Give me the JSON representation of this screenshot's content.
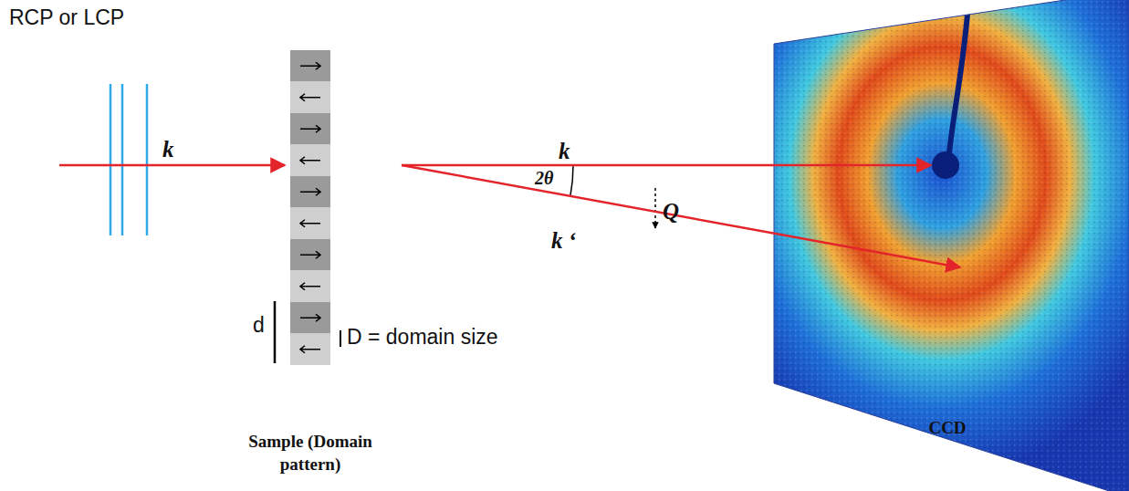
{
  "diagram": {
    "nodes": [
      {
        "text": [
          "Sample (Domain pattern)"
        ]
      },
      {
        "text": [
          "CCD"
        ]
      }
    ],
    "edges": [
      {
        "from": 0,
        "to": 1,
        "arrow": "to",
        "label": "k"
      },
      {
        "from": 0,
        "to": 1,
        "arrow": "to",
        "label": "k ‘"
      }
    ],
    "labels": [
      "RCP or LCP",
      "k",
      "2θ",
      "Q",
      "d",
      "D = domain size"
    ]
  }
}
